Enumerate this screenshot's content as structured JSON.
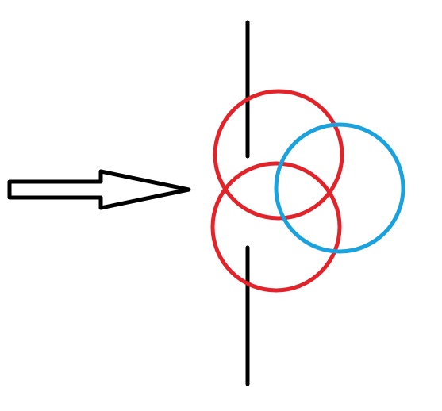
{
  "colors": {
    "background": "#ffffff",
    "stroke_black": "#000000",
    "circle_red": "#e3232a",
    "circle_blue": "#1aa2df"
  },
  "diagram": {
    "elements": [
      "arrow",
      "vertical-line-top",
      "vertical-line-bottom",
      "red-circle-top",
      "red-circle-bottom",
      "blue-circle-right"
    ]
  }
}
